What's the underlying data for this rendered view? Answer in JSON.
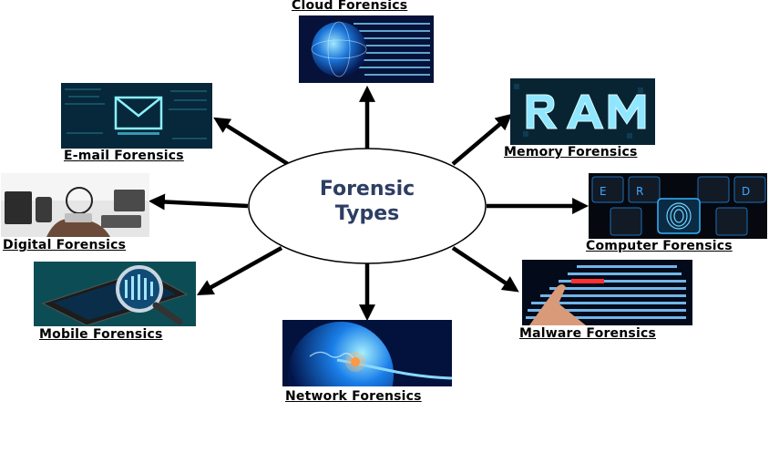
{
  "center": {
    "line1": "Forensic",
    "line2": "Types"
  },
  "nodes": [
    {
      "label": "Cloud Forensics",
      "picture": "globe-with-data-streams"
    },
    {
      "label": "Memory Forensics",
      "picture": "ram-letters"
    },
    {
      "label": "Computer Forensics",
      "picture": "fingerprint-keyboard-key"
    },
    {
      "label": "Malware Forensics",
      "picture": "malware-error-screen"
    },
    {
      "label": "Network Forensics",
      "picture": "network-globe-cable"
    },
    {
      "label": "Mobile Forensics",
      "picture": "phone-magnifier"
    },
    {
      "label": "Digital Forensics",
      "picture": "desk-with-devices"
    },
    {
      "label": "E-mail Forensics",
      "picture": "envelope-on-data"
    }
  ],
  "colors": {
    "arrow": "#000000",
    "center_text": "#2d3e63",
    "ellipse_stroke": "#000000"
  }
}
